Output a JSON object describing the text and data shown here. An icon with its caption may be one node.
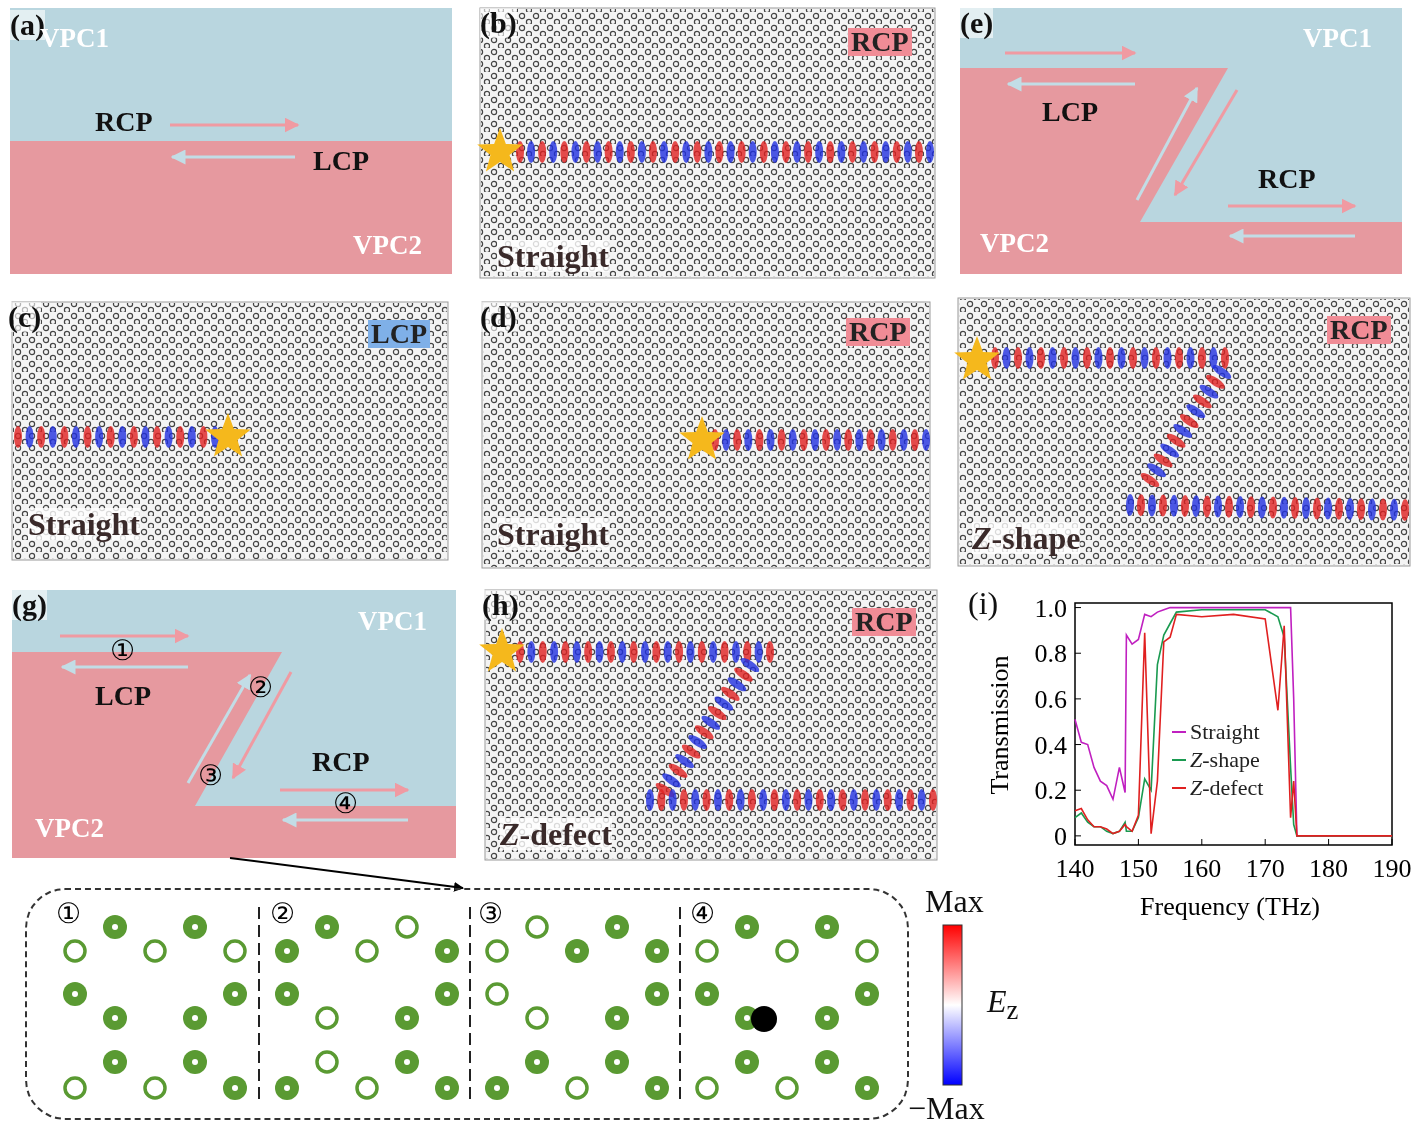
{
  "diagram": {
    "nodes": [
      {
        "text": [],
        "shape": "box"
      },
      {
        "text": [],
        "shape": "box"
      }
    ],
    "edges": [
      {
        "from": 0,
        "to": 1,
        "arrow": "to"
      }
    ],
    "labels": [
      "(a)",
      "VPC1",
      "RCP",
      "LCP",
      "VPC2",
      "(b)",
      "RCP",
      "Straight",
      "(e)",
      "VPC1",
      "LCP",
      "RCP",
      "VPC2",
      "(c)",
      "LCP",
      "Straight",
      "(d)",
      "RCP",
      "Straight",
      "RCP",
      "*Z*-shape",
      "(g)",
      "VPC1",
      "①",
      "LCP",
      "②",
      "③",
      "RCP",
      "④",
      "VPC2",
      "(h)",
      "RCP",
      "*Z*-defect",
      "(i)",
      "①",
      "②",
      "③",
      "④",
      "Max",
      "*E*$_{z}$",
      "−Max"
    ],
    "chart_data": {
      "type": "line",
      "xlabel": "Frequency (THz)",
      "ylabel": "Transmission",
      "x": [
        140,
        141,
        142,
        143,
        144,
        145,
        146,
        147,
        147.9,
        148.1,
        149,
        150,
        151,
        152,
        153,
        154,
        155,
        156,
        160,
        165,
        170,
        172,
        173,
        174,
        174.5,
        175,
        180,
        190
      ],
      "series": [
        {
          "name": "Straight",
          "color": "#c020c0",
          "values": [
            0.51,
            0.41,
            0.4,
            0.3,
            0.24,
            0.22,
            0.16,
            0.3,
            0.19,
            0.88,
            0.84,
            0.86,
            0.97,
            0.96,
            0.98,
            0.99,
            1.0,
            1.0,
            1.0,
            1.0,
            1.0,
            1.0,
            1.0,
            1.0,
            0.6,
            0,
            0,
            0
          ]
        },
        {
          "name": "*Z*-shape",
          "color": "#1a9a50",
          "values": [
            0.08,
            0.1,
            0.06,
            0.04,
            0.04,
            0.02,
            0.01,
            0.02,
            0.06,
            0.02,
            0.02,
            0.08,
            0.25,
            0.2,
            0.75,
            0.88,
            0.93,
            0.98,
            0.99,
            0.99,
            0.99,
            0.96,
            0.87,
            0.3,
            0.05,
            0,
            0,
            0
          ]
        },
        {
          "name": "*Z*-defect",
          "color": "#e02020",
          "values": [
            0.11,
            0.12,
            0.07,
            0.04,
            0.04,
            0.03,
            0.01,
            0.02,
            0.05,
            0.04,
            0.02,
            0.09,
            0.89,
            0.01,
            0.24,
            0.85,
            0.87,
            0.97,
            0.96,
            0.97,
            0.95,
            0.55,
            0.92,
            0.08,
            0.24,
            0,
            0,
            0
          ]
        }
      ],
      "xlim": [
        140,
        190
      ],
      "ylim": [
        -0.04,
        1.02
      ],
      "xticks": [
        140,
        150,
        160,
        170,
        180,
        190
      ],
      "yticks": [
        0,
        0.2,
        0.4,
        0.6,
        0.8,
        {
          "value": 1,
          "label": "1.0"
        }
      ]
    }
  }
}
